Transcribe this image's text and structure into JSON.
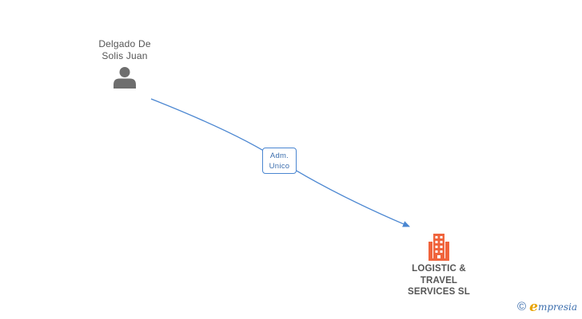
{
  "diagram": {
    "person": {
      "name_line1": "Delgado De",
      "name_line2": "Solis Juan",
      "icon": "person-icon"
    },
    "relation": {
      "label_line1": "Adm.",
      "label_line2": "Unico"
    },
    "company": {
      "name_line1": "LOGISTIC &",
      "name_line2": "TRAVEL",
      "name_line3": "SERVICES SL",
      "icon": "building-icon"
    }
  },
  "colors": {
    "edge": "#4a86d1",
    "company_icon": "#f0643c",
    "person_icon": "#6e6e6e",
    "text": "#555555",
    "brand_blue": "#3d6fae",
    "brand_orange": "#e8a300"
  },
  "brand": {
    "copyright_symbol": "©",
    "logo_initial": "e",
    "logo_rest": "mpresia"
  }
}
